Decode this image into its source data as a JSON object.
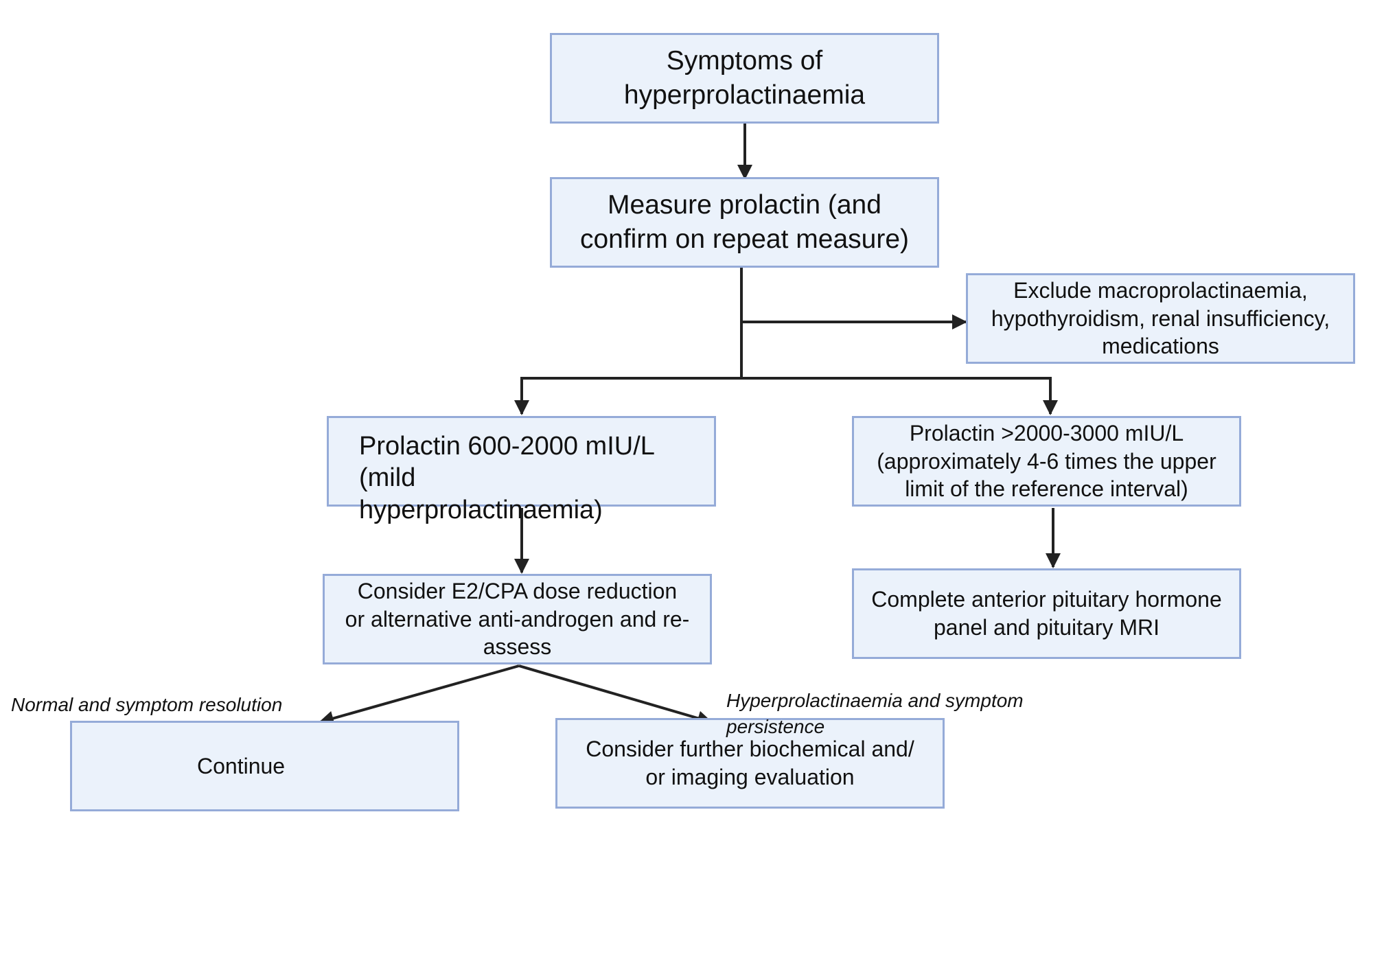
{
  "nodes": {
    "symptoms": "Symptoms of\nhyperprolactinaemia",
    "measure": "Measure prolactin (and\nconfirm on repeat measure)",
    "exclude": "Exclude macroprolactinaemia,\nhypothyroidism, renal insufficiency,\nmedications",
    "mild": "Prolactin 600-2000 mIU/L\n(mild\nhyperprolactinaemia)",
    "high": "Prolactin >2000-3000 mIU/L\n(approximately 4-6 times the upper\nlimit of the reference interval)",
    "dose": "Consider E2/CPA dose reduction\nor alternative anti-androgen and re-\nassess",
    "panel": "Complete anterior pituitary hormone\npanel and pituitary MRI",
    "continue": "Continue",
    "further": "Consider further biochemical and/\nor imaging evaluation"
  },
  "edge_labels": {
    "normal": "Normal and symptom resolution",
    "persist": "Hyperprolactinaemia and symptom\npersistence"
  },
  "colors": {
    "node_fill": "#ebf2fb",
    "node_border": "#95abd8",
    "connector": "#222222"
  }
}
